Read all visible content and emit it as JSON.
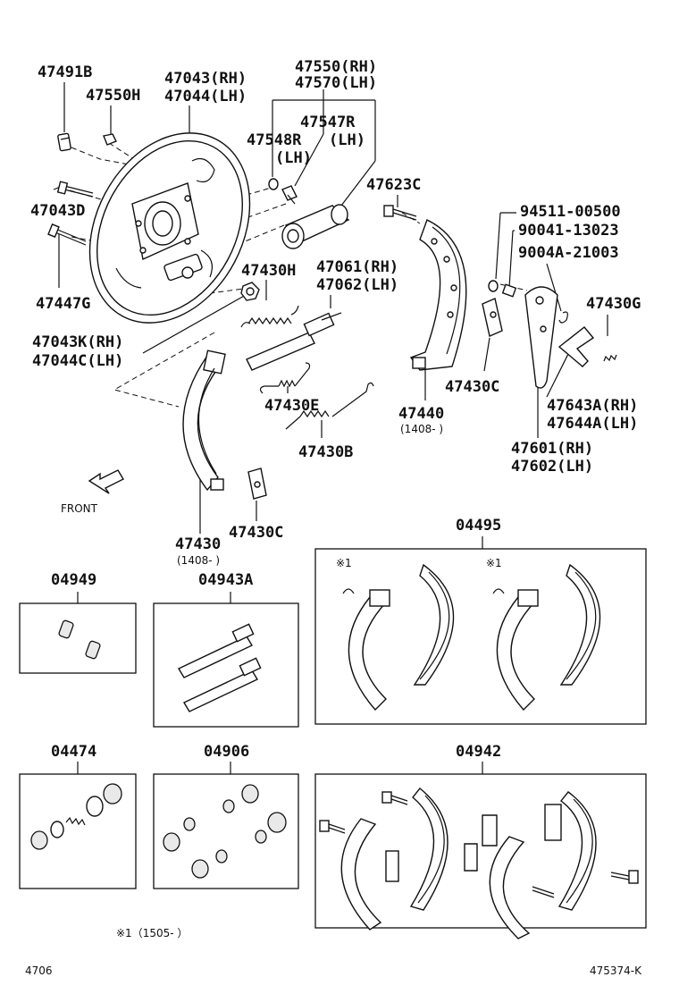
{
  "labels": {
    "p47491B": "47491B",
    "p47550H": "47550H",
    "p47043RH": "47043(RH)",
    "p47044LH": "47044(LH)",
    "p47550RH": "47550(RH)",
    "p47570LH": "47570(LH)",
    "p47547R": "47547R",
    "p47547R_lh": "(LH)",
    "p47548R": "47548R",
    "p47548R_lh": "(LH)",
    "p47043D": "47043D",
    "p47447G": "47447G",
    "p47623C": "47623C",
    "p94511": "94511-00500",
    "p90041": "90041-13023",
    "p9004A": "9004A-21003",
    "p47430H": "47430H",
    "p47061RH": "47061(RH)",
    "p47062LH": "47062(LH)",
    "p47430G": "47430G",
    "p47043KRH": "47043K(RH)",
    "p47044CLH": "47044C(LH)",
    "p47430C_a": "47430C",
    "p47430E": "47430E",
    "p47440": "47440",
    "p47440_note": "(1408-      )",
    "p47643ARH": "47643A(RH)",
    "p47644ALH": "47644A(LH)",
    "p47430B": "47430B",
    "p47601RH": "47601(RH)",
    "p47602LH": "47602(LH)",
    "front": "FRONT",
    "p47430": "47430",
    "p47430_note": "(1408-      )",
    "p47430C_b": "47430C",
    "p04495": "04495",
    "mark1_a": "※1",
    "mark1_b": "※1",
    "p04949": "04949",
    "p04943A": "04943A",
    "p04474": "04474",
    "p04906": "04906",
    "p04942": "04942",
    "footnote": "※1（1505-      ）",
    "page_left": "4706",
    "page_right": "475374-K"
  },
  "icons": {
    "front_arrow": "front-arrow-icon"
  }
}
